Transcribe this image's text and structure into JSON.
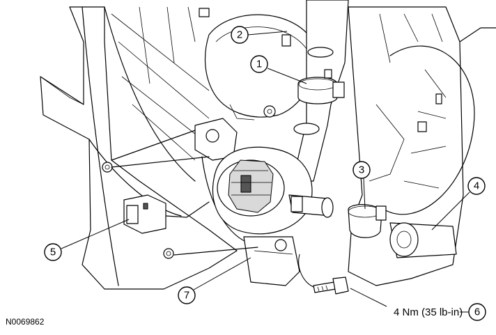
{
  "figure_id": "N0069862",
  "callouts": [
    {
      "number": "1"
    },
    {
      "number": "2"
    },
    {
      "number": "3"
    },
    {
      "number": "4"
    },
    {
      "number": "5"
    },
    {
      "number": "6"
    },
    {
      "number": "7"
    }
  ],
  "torque_spec": "4 Nm (35 lb-in)"
}
